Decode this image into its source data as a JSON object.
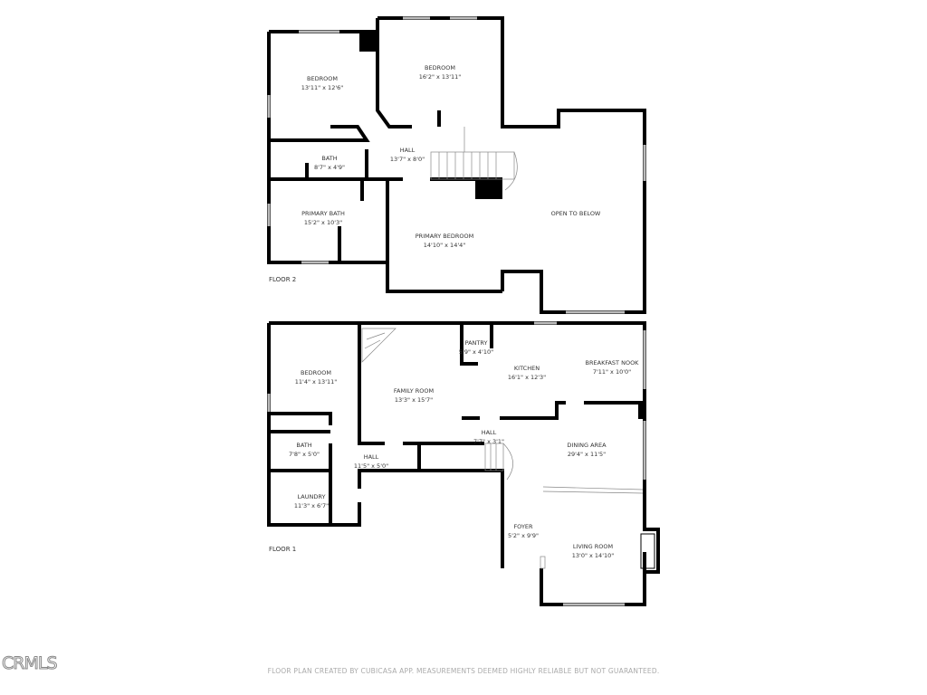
{
  "floors": [
    {
      "label": "FLOOR 2",
      "rooms": [
        {
          "name": "BEDROOM",
          "size": "13'11\" x 12'6\""
        },
        {
          "name": "BEDROOM",
          "size": "16'2\" x 13'11\""
        },
        {
          "name": "HALL",
          "size": "13'7\" x 8'0\""
        },
        {
          "name": "BATH",
          "size": "8'7\" x 4'9\""
        },
        {
          "name": "PRIMARY BATH",
          "size": "15'2\" x 10'3\""
        },
        {
          "name": "PRIMARY BEDROOM",
          "size": "14'10\" x 14'4\""
        },
        {
          "name": "OPEN TO BELOW",
          "size": ""
        }
      ]
    },
    {
      "label": "FLOOR 1",
      "rooms": [
        {
          "name": "BEDROOM",
          "size": "11'4\" x 13'11\""
        },
        {
          "name": "FAMILY ROOM",
          "size": "13'3\" x 15'7\""
        },
        {
          "name": "PANTRY",
          "size": "5'9\" x 4'10\""
        },
        {
          "name": "KITCHEN",
          "size": "16'1\" x 12'3\""
        },
        {
          "name": "BREAKFAST NOOK",
          "size": "7'11\" x 10'0\""
        },
        {
          "name": "HALL",
          "size": "7'7\" x 3'1\""
        },
        {
          "name": "DINING AREA",
          "size": "29'4\" x 11'5\""
        },
        {
          "name": "BATH",
          "size": "7'8\" x 5'0\""
        },
        {
          "name": "HALL",
          "size": "11'5\" x 5'0\""
        },
        {
          "name": "LAUNDRY",
          "size": "11'3\" x 6'7\""
        },
        {
          "name": "FOYER",
          "size": "5'2\" x 9'9\""
        },
        {
          "name": "LIVING ROOM",
          "size": "13'0\" x 14'10\""
        }
      ]
    }
  ],
  "footer": "FLOOR PLAN CREATED BY CUBICASA APP. MEASUREMENTS DEEMED HIGHLY RELIABLE BUT NOT GUARANTEED.",
  "watermark": "CRMLS",
  "colors": {
    "wall": "#000000",
    "window": "#cccccc"
  }
}
